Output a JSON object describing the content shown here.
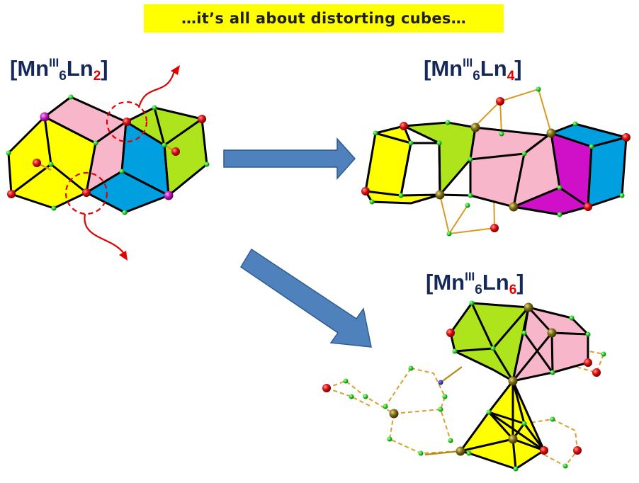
{
  "banner": {
    "text": "…it’s all about distorting cubes…"
  },
  "formulas": [
    {
      "prefix": "[Mn",
      "ox": "III",
      "count": "6",
      "ln": "Ln",
      "ln_count": "2",
      "close": "]"
    },
    {
      "prefix": "[Mn",
      "ox": "III",
      "count": "6",
      "ln": "Ln",
      "ln_count": "4",
      "close": "]"
    },
    {
      "prefix": "[Mn",
      "ox": "III",
      "count": "6",
      "ln": "Ln",
      "ln_count": "6",
      "close": "]"
    }
  ],
  "colors": {
    "banner": "#ffff00",
    "formula_text": "#14285a",
    "ln_count": "#e00000",
    "face_yellow": "#ffff00",
    "face_pink": "#f7b6c9",
    "face_green": "#aee41c",
    "face_blue": "#00a0e0",
    "face_magenta": "#d010c8",
    "atom_oxygen": "#e01010",
    "atom_small": "#20e020",
    "atom_metal": "#807018",
    "atom_ln": "#c020c0",
    "bond_gold": "#d89a20",
    "arrow_fill": "#4f81bd"
  }
}
